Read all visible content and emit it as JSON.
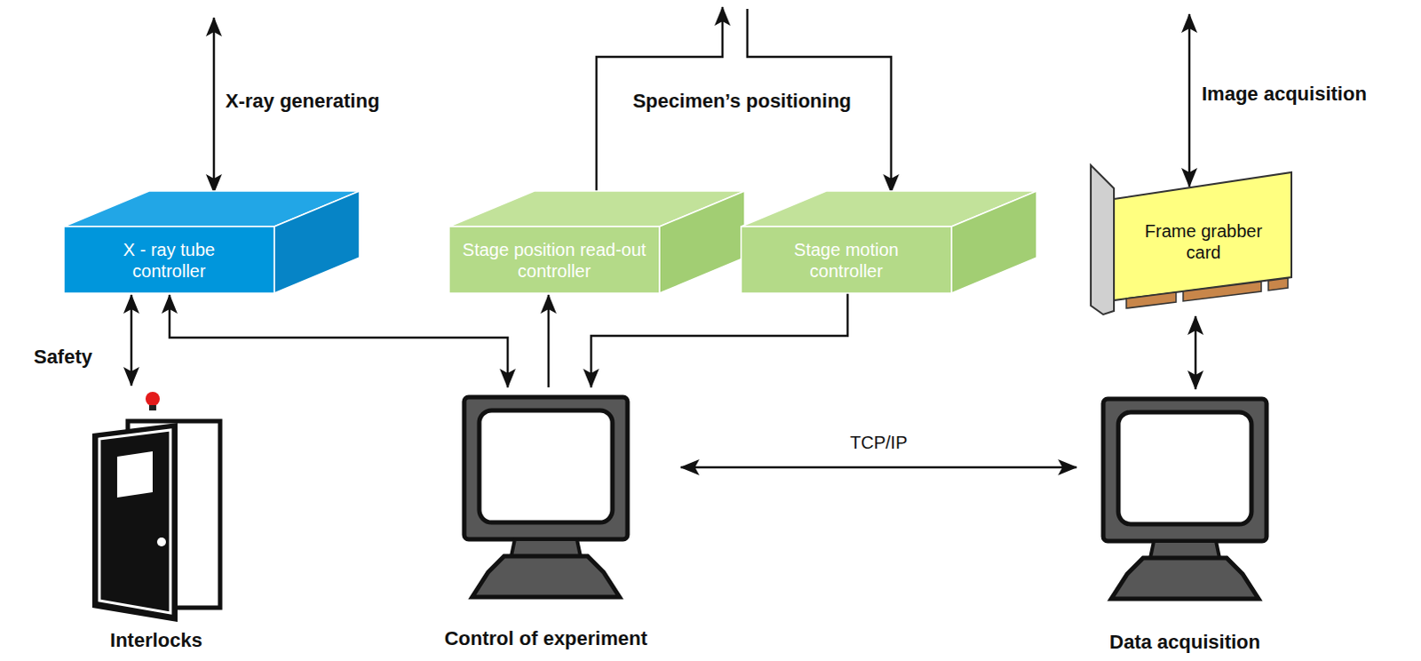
{
  "diagram": {
    "nodes": [
      {
        "text": [
          "X - ray tube controller"
        ]
      },
      {
        "text": [
          "Stage position read-out controller"
        ]
      },
      {
        "text": [
          "Stage motion controller"
        ]
      },
      {
        "text": [
          "Frame grabber card"
        ]
      },
      {
        "text": [
          "Interlocks"
        ]
      },
      {
        "text": [
          "Control of experiment"
        ]
      },
      {
        "text": [
          "Data acquisition"
        ]
      }
    ],
    "edges": [
      {
        "from": 0,
        "to": 4,
        "label": "Safety",
        "arrow": "both"
      },
      {
        "from": 0,
        "to": 5,
        "arrow": "both"
      },
      {
        "from": 5,
        "to": 1,
        "arrow": "to"
      },
      {
        "from": 2,
        "to": 5,
        "arrow": "to"
      },
      {
        "from": 5,
        "to": 6,
        "label": "TCP/IP",
        "arrow": "both"
      },
      {
        "from": 3,
        "to": 6,
        "arrow": "both"
      }
    ],
    "labels": [
      "X-ray generating",
      "Specimen’s positioning",
      "Image acquisition"
    ]
  }
}
